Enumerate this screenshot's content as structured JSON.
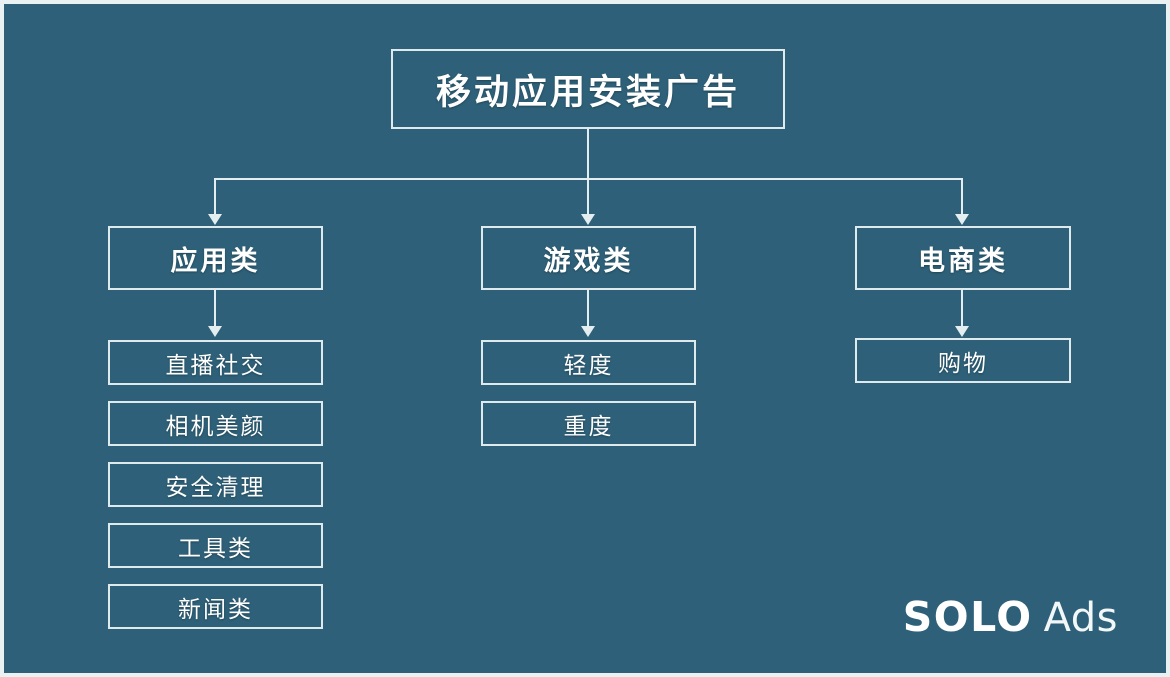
{
  "slide": {
    "background_color": "#2e6179",
    "border_color": "#e9f1f3",
    "line_color": "#e4eef0",
    "text_color": "#ffffff"
  },
  "diagram": {
    "type": "tree",
    "root": {
      "label": "移动应用安装广告"
    },
    "branches": [
      {
        "label": "应用类",
        "children": [
          {
            "label": "直播社交"
          },
          {
            "label": "相机美颜"
          },
          {
            "label": "安全清理"
          },
          {
            "label": "工具类"
          },
          {
            "label": "新闻类"
          }
        ]
      },
      {
        "label": "游戏类",
        "children": [
          {
            "label": "轻度"
          },
          {
            "label": "重度"
          }
        ]
      },
      {
        "label": "电商类",
        "children": [
          {
            "label": "购物"
          }
        ]
      }
    ]
  },
  "logo": {
    "primary": "SOLO",
    "secondary": "Ads"
  }
}
